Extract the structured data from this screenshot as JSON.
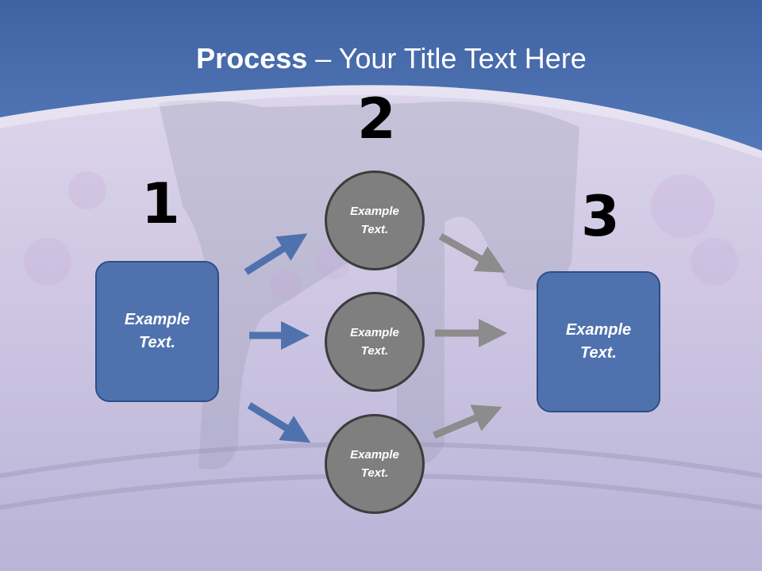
{
  "slide": {
    "title_bold": "Process",
    "title_rest": " – Your Title Text Here"
  },
  "steps": [
    {
      "number": "1",
      "text": "Example\nText."
    },
    {
      "number": "2",
      "items": [
        "Example\nText.",
        "Example\nText.",
        "Example\nText."
      ]
    },
    {
      "number": "3",
      "text": "Example\nText."
    }
  ],
  "colors": {
    "header_blue": "#4a6fae",
    "box_fill": "#4f72ae",
    "circle_fill": "#7f7f7f",
    "arrow_blue": "#4f72ae",
    "arrow_gray": "#8c8c8c"
  }
}
